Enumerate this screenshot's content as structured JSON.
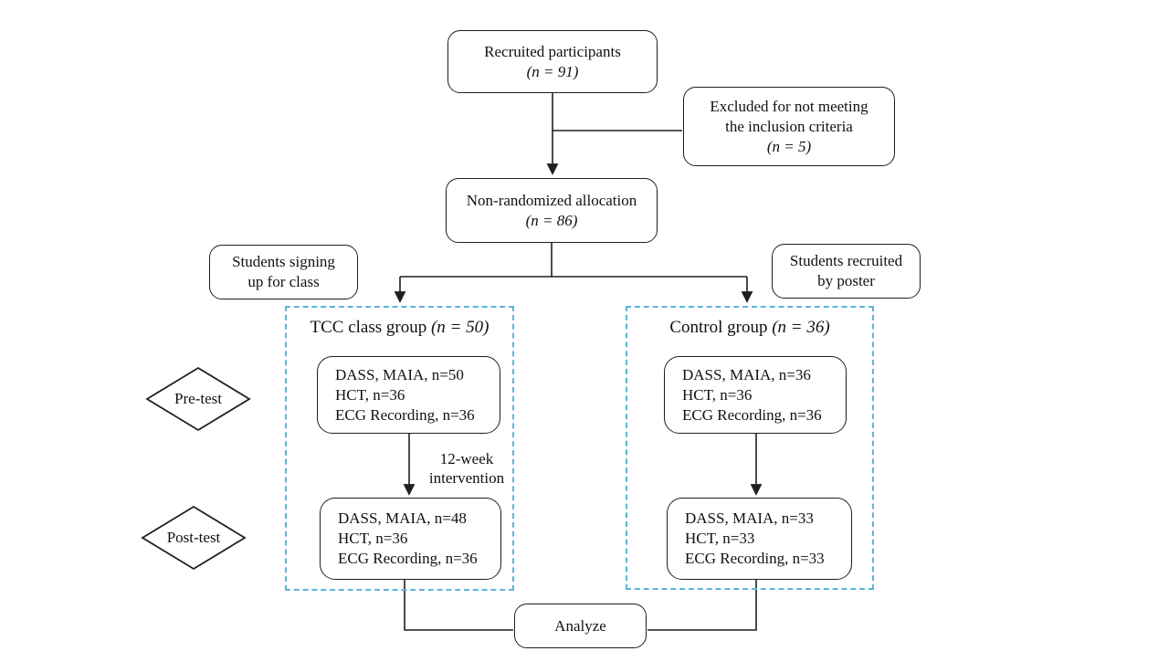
{
  "colors": {
    "line": "#1f1f1f",
    "dash": "#5bb5d5",
    "text": "#111111",
    "bg": "#ffffff"
  },
  "nodes": {
    "recruited": {
      "label": "Recruited participants",
      "n": "(n = 91)"
    },
    "excluded": {
      "line1": "Excluded for not meeting",
      "line2": "the inclusion criteria",
      "n": "(n = 5)"
    },
    "allocation": {
      "label": "Non-randomized allocation",
      "n": "(n = 86)"
    },
    "left_source": {
      "line1": "Students signing",
      "line2": "up for class"
    },
    "right_source": {
      "line1": "Students recruited",
      "line2": "by poster"
    },
    "pretest": "Pre-test",
    "posttest": "Post-test",
    "intervention": {
      "line1": "12-week",
      "line2": "intervention"
    },
    "analyze": "Analyze"
  },
  "groups": [
    {
      "title": "TCC class group",
      "n": "(n = 50)",
      "pretest_lines": [
        "DASS, MAIA, n=50",
        "HCT, n=36",
        "ECG Recording, n=36"
      ],
      "posttest_lines": [
        "DASS, MAIA, n=48",
        "HCT, n=36",
        "ECG Recording, n=36"
      ]
    },
    {
      "title": "Control group",
      "n": "(n = 36)",
      "pretest_lines": [
        "DASS, MAIA, n=36",
        "HCT, n=36",
        "ECG Recording, n=36"
      ],
      "posttest_lines": [
        "DASS, MAIA, n=33",
        "HCT, n=33",
        "ECG Recording, n=33"
      ]
    }
  ]
}
